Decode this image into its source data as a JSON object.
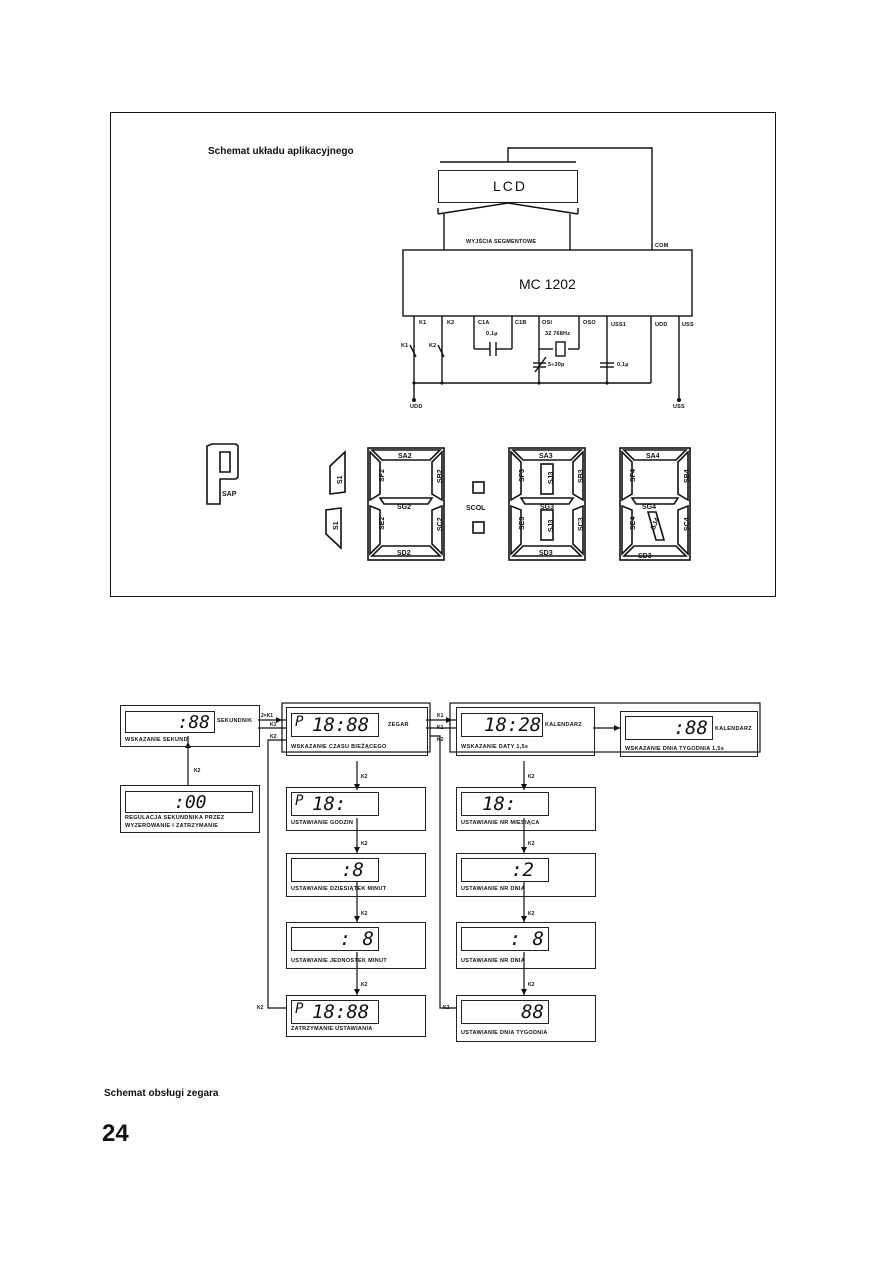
{
  "schematic": {
    "title": "Schemat układu aplikacyjnego",
    "lcd": "LCD",
    "segment_outputs": "WYJŚCIA SEGMENTOWE",
    "com": "COM",
    "chip": "MC 1202",
    "pins": [
      "K1",
      "K2",
      "C1A",
      "C1B",
      "OSI",
      "OSO",
      "USS1",
      "UDD",
      "USS"
    ],
    "c1a_value": "0,1µ",
    "crystal": "32 768Hz",
    "trimmer": "5÷30p",
    "cap_value": "0,1µ",
    "switch_k1": "K1",
    "switch_k2": "K2",
    "vdd": "UDD",
    "vss": "USS",
    "uss1_label": "USS1",
    "udd_label": "UDD",
    "uss_label": "USS"
  },
  "display_layout": {
    "sap": "SAP",
    "p_letter": "P",
    "scol": "SCOL",
    "s1": "S1",
    "d2": {
      "a": "SA2",
      "b": "SB2",
      "c": "SC2",
      "d": "SD2",
      "e": "SE2",
      "f": "SF2",
      "g": "SG2"
    },
    "d3": {
      "a": "SA3",
      "b": "SB3",
      "c": "SC3",
      "d": "SD3",
      "e": "SE3",
      "f": "SF3",
      "g": "SG3",
      "j": "SJ3"
    },
    "d4": {
      "a": "SA4",
      "b": "SB4",
      "c": "SC4",
      "d": "SD3",
      "e": "SE4",
      "f": "SF4",
      "g": "SG4",
      "j": "SJ4"
    }
  },
  "flow": {
    "title": "Schemat obsługi zegara",
    "page_number": "24",
    "boxes": {
      "seconds": {
        "display": ":88",
        "tag": "SEKUNDNIK",
        "label": "WSKAZANIE SEKUND"
      },
      "seconds_reg": {
        "display": ":00",
        "label1": "REGULACJA SEKUNDNIKA PRZEZ",
        "label2": "WYZEROWANIE I ZATRZYMANIE"
      },
      "clock": {
        "p": "P",
        "display": "18:88",
        "tag": "ZEGAR",
        "label": "WSKAZANIE CZASU BIEŻĄCEGO"
      },
      "date": {
        "display": "18:28",
        "tag": "KALENDARZ",
        "label": "WSKAZANIE DATY 1,5s"
      },
      "weekday": {
        "display": ":88",
        "tag": "KALENDARZ",
        "label": "WSKAZANIE DNIA TYGODNIA 1,5s"
      },
      "set_hours": {
        "p": "P",
        "display": "18:",
        "label": "USTAWIANIE GODZIN"
      },
      "set_tens": {
        "display": ":8",
        "label": "USTAWIANIE DZIESIĄTEK MINUT"
      },
      "set_units": {
        "display": ": 8",
        "label": "USTAWIANIE JEDNOSTEK MINUT"
      },
      "stop": {
        "p": "P",
        "display": "18:88",
        "label": "ZATRZYMANIE USTAWIANIA"
      },
      "set_month": {
        "display": "18:",
        "label": "USTAWIANIE NR MIESIĄCA"
      },
      "set_day1": {
        "display": ":2",
        "label": "USTAWIANIE NR DNIA"
      },
      "set_day2": {
        "display": ": 8",
        "label": "USTAWIANIE NR DNIA"
      },
      "set_weekday": {
        "display": "88",
        "label": "USTAWIANIE DNIA TYGODNIA"
      }
    },
    "keys": {
      "k1": "K1",
      "k2": "K2",
      "k2x": "2×K1"
    }
  }
}
